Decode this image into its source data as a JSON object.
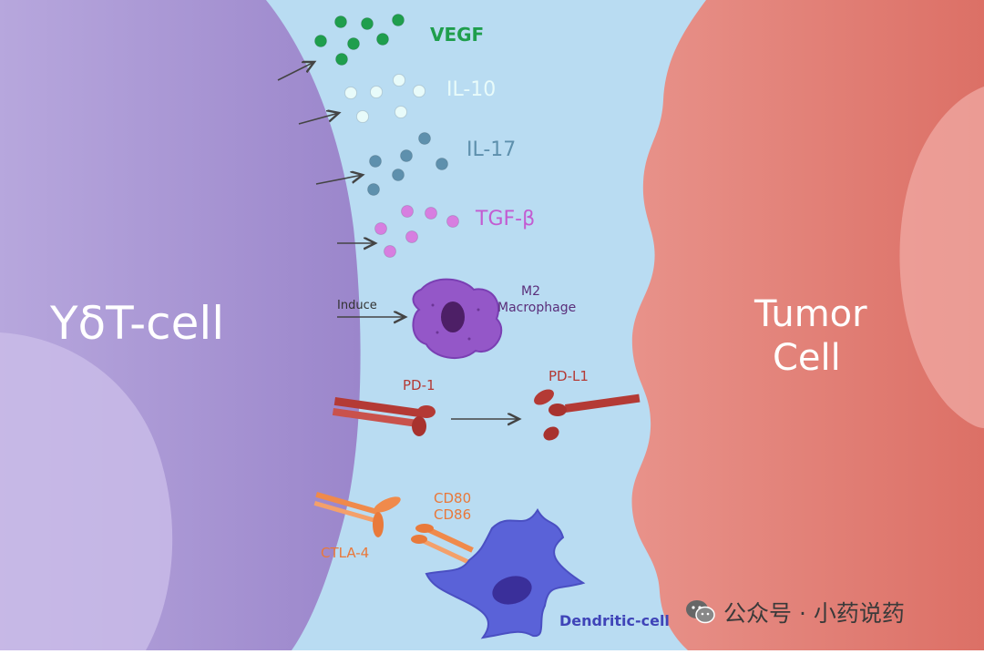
{
  "cells": {
    "left": {
      "label": "YδT-cell",
      "color": "#a48fcf"
    },
    "right": {
      "label_line1": "Tumor",
      "label_line2": "Cell",
      "color": "#e17a72"
    }
  },
  "background_color": "#b9dcf2",
  "cytokines": [
    {
      "label": "VEGF",
      "color": "#1f9e4d"
    },
    {
      "label": "IL-10",
      "color": "#e8fbfa"
    },
    {
      "label": "IL-17",
      "color": "#5e90ad"
    },
    {
      "label": "TGF-β",
      "color": "#d77ee0"
    }
  ],
  "m2": {
    "arrow_label": "Induce",
    "label_line1": "M2",
    "label_line2": "Macrophage",
    "color": "#8e52c2"
  },
  "pd": {
    "pd1_label": "PD-1",
    "pdl1_label": "PD-L1",
    "color": "#b43a35"
  },
  "ctla": {
    "ctla4_label": "CTLA-4",
    "cd80_label": "CD80",
    "cd86_label": "CD86",
    "color": "#f08a4b"
  },
  "dendritic": {
    "label": "Dendritic-cell",
    "color": "#5a62d8"
  },
  "watermark": {
    "text": "公众号 · 小药说药",
    "icon": "wechat-icon"
  }
}
